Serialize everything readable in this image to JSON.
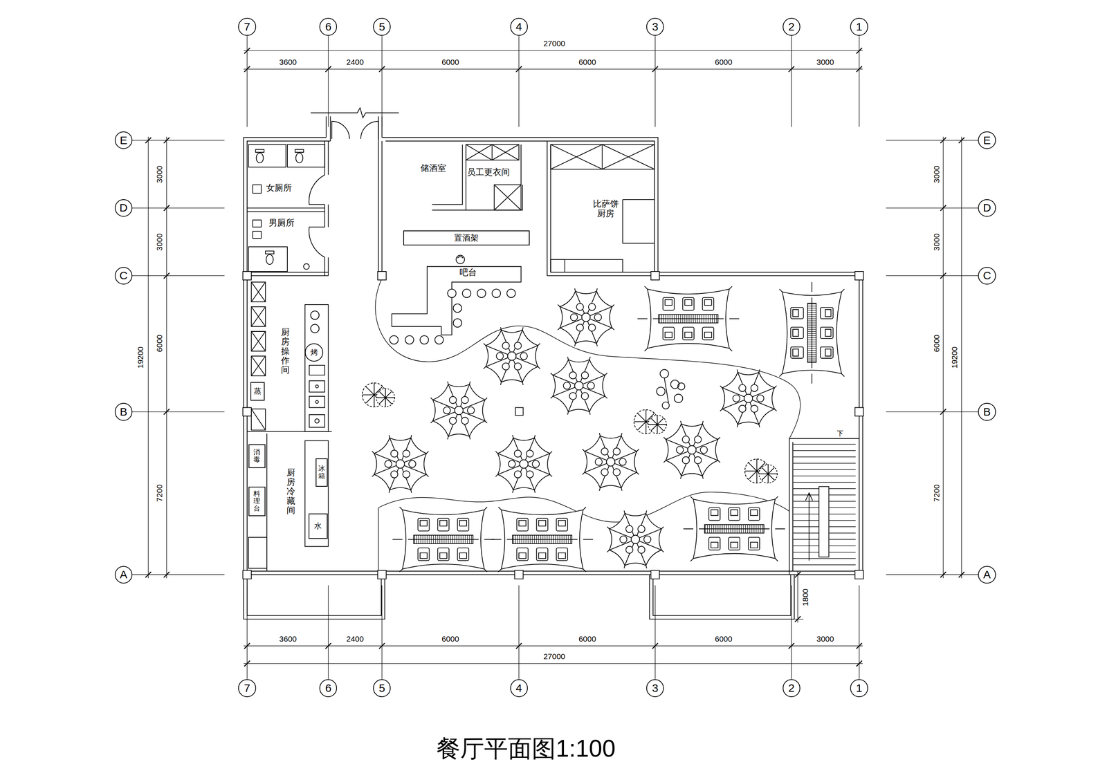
{
  "diagram": {
    "title": "餐厅平面图1:100",
    "nodes": [
      {
        "text": [
          "7"
        ]
      },
      {
        "text": [
          "6"
        ]
      },
      {
        "text": [
          "5"
        ]
      },
      {
        "text": [
          "4"
        ]
      },
      {
        "text": [
          "3"
        ]
      },
      {
        "text": [
          "2"
        ]
      },
      {
        "text": [
          "1"
        ]
      },
      {
        "text": [
          "E"
        ]
      },
      {
        "text": [
          "E"
        ]
      },
      {
        "text": [
          "D"
        ]
      },
      {
        "text": [
          "D"
        ]
      },
      {
        "text": [
          "C"
        ]
      },
      {
        "text": [
          "C"
        ]
      },
      {
        "text": [
          "B"
        ]
      },
      {
        "text": [
          "B"
        ]
      },
      {
        "text": [
          "A"
        ]
      },
      {
        "text": [
          "A"
        ]
      },
      {
        "text": [
          "置酒架"
        ]
      },
      {
        "text": [
          "烤"
        ]
      },
      {
        "text": [
          "蒸"
        ]
      },
      {
        "text": [
          "消毒"
        ]
      },
      {
        "text": [
          "冰箱"
        ]
      },
      {
        "text": [
          "料理台"
        ]
      },
      {
        "text": [
          "水"
        ]
      },
      {
        "text": [
          "7"
        ]
      },
      {
        "text": [
          "6"
        ]
      },
      {
        "text": [
          "5"
        ]
      },
      {
        "text": [
          "4"
        ]
      },
      {
        "text": [
          "3"
        ]
      },
      {
        "text": [
          "2"
        ]
      },
      {
        "text": [
          "1"
        ]
      }
    ],
    "labels": [
      "27000",
      "3600",
      "2400",
      "6000",
      "6000",
      "6000",
      "3000",
      "19200",
      "3000",
      "3000",
      "6000",
      "7200",
      "3000",
      "3000",
      "6000",
      "7200",
      "19200",
      "女厕所",
      "储酒室",
      "员工更衣间",
      "比萨饼 厨房",
      "男厕所",
      "吧台",
      "厨房操作间",
      "下",
      "厨房冷藏间",
      "1800",
      "3600",
      "2400",
      "6000",
      "6000",
      "6000",
      "3000",
      "27000"
    ]
  }
}
